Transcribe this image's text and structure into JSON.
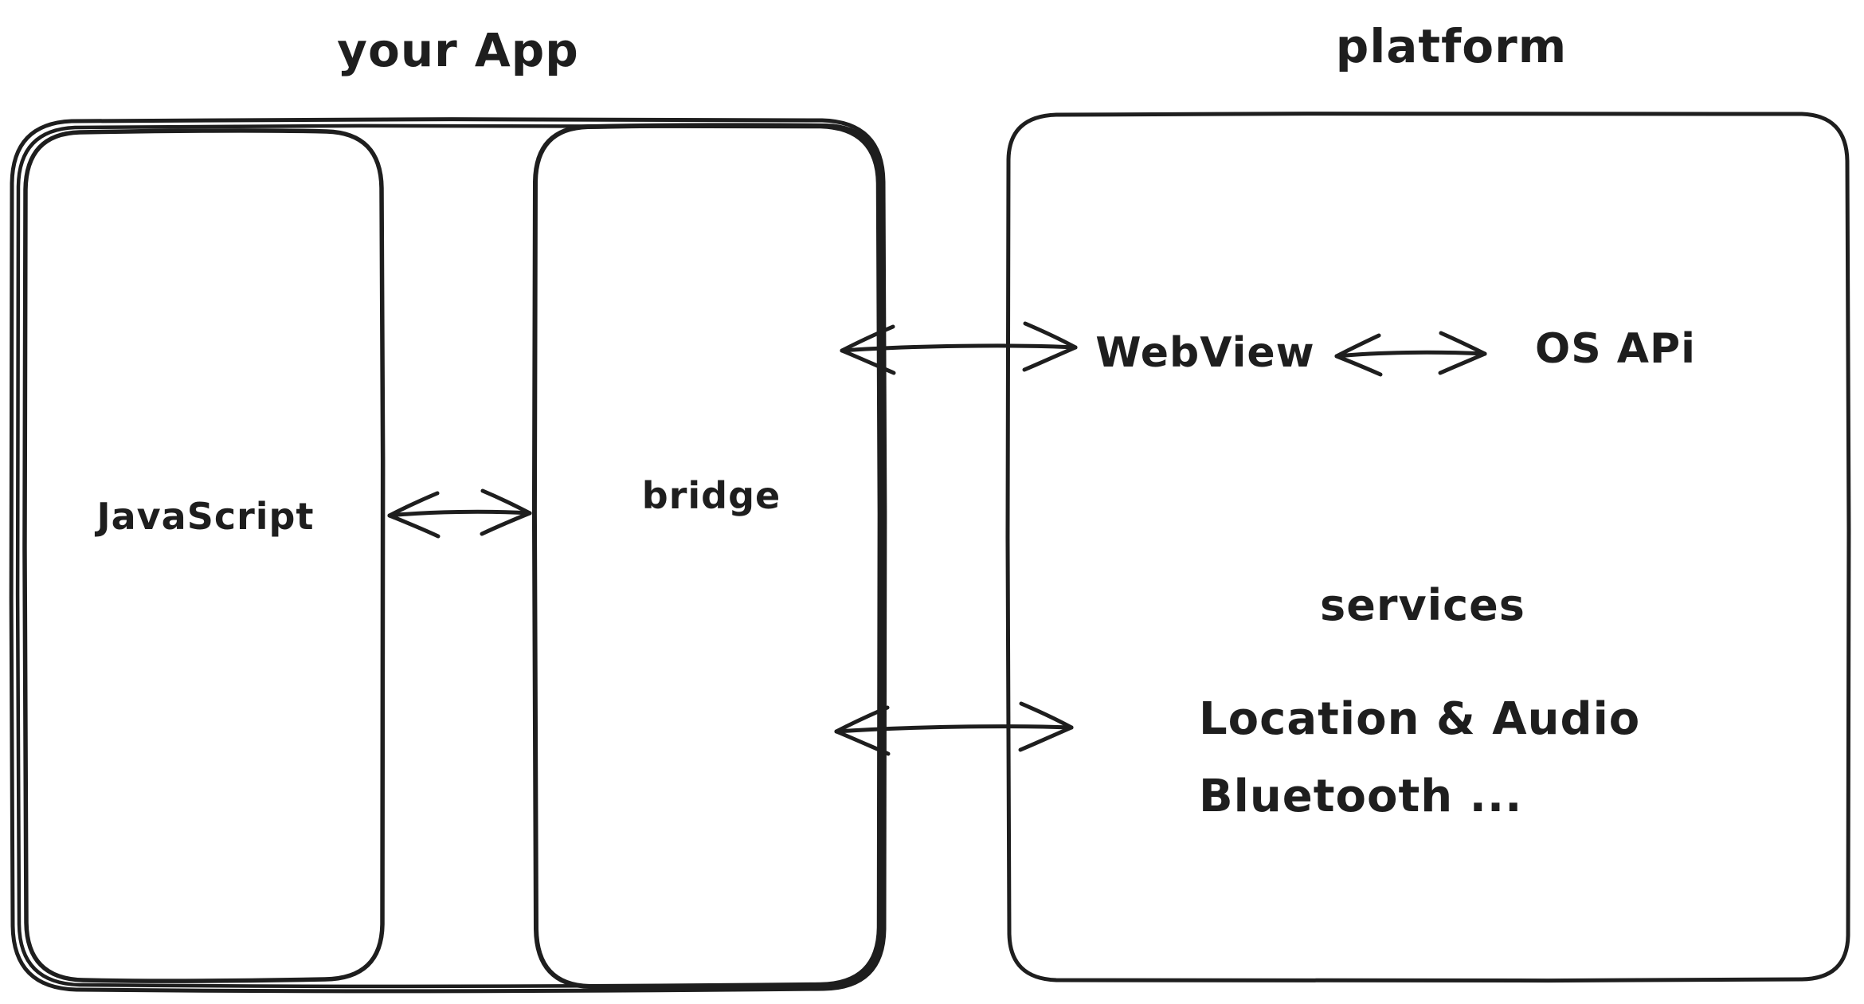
{
  "canvas": {
    "background": "#ffffff",
    "ink": "#1e1e1e"
  },
  "app_section": {
    "title": "your App",
    "javascript_label": "JavaScript",
    "bridge_label": "bridge"
  },
  "platform_section": {
    "title": "platform",
    "webview_label": "WebView",
    "os_api_label": "OS APi",
    "services_title": "services",
    "service_lines": [
      "Location & Audio",
      "Bluetooth ..."
    ]
  }
}
